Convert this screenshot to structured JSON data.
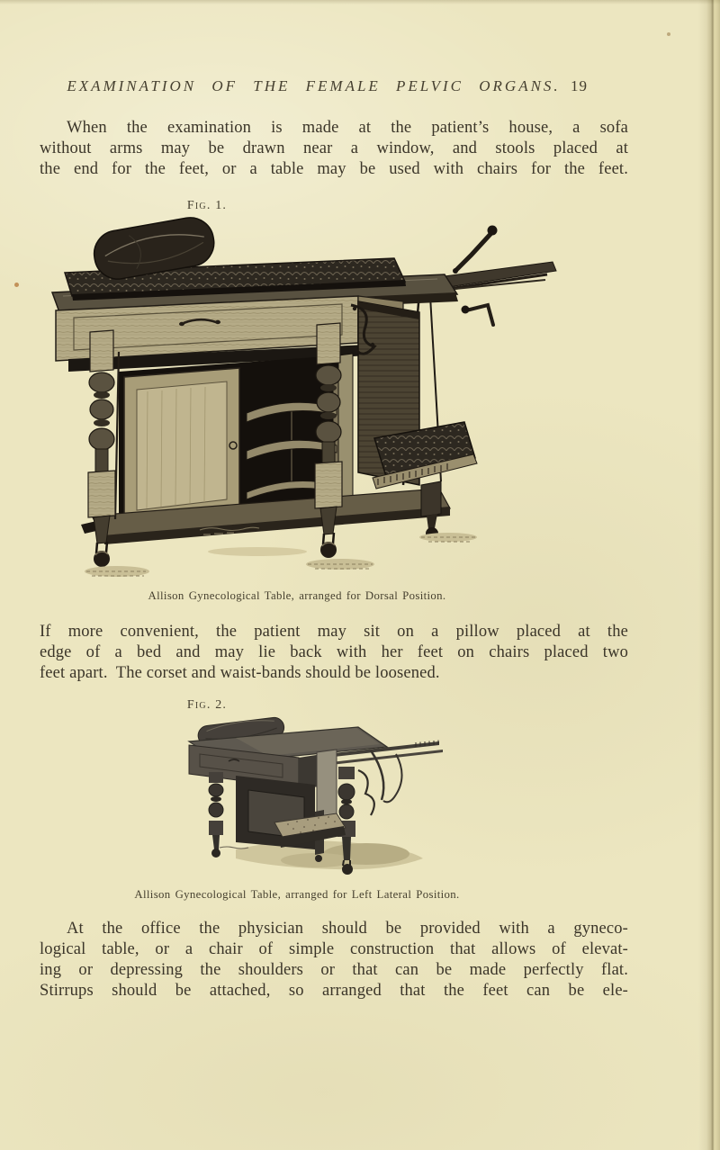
{
  "page": {
    "header": {
      "title": "EXAMINATION OF THE FEMALE PELVIC ORGANS.",
      "page_number": "19"
    },
    "paragraphs": [
      {
        "lines": [
          "When the examination is made at the patient’s house, a sofa",
          "without arms may be drawn near a window, and stools placed at",
          "the end for the feet, or a table may be used with chairs for the feet."
        ]
      },
      {
        "lines": [
          "If more convenient, the patient may sit on a pillow placed at the",
          "edge of a bed and may lie back with her feet on chairs placed two",
          "feet apart.  The corset and waist-bands should be loosened."
        ]
      },
      {
        "lines": [
          "At the office the physician should be provided with a gyneco-",
          "logical table, or a chair of simple construction that allows of elevat-",
          "ing or depressing the shoulders or that can be made perfectly flat.",
          "Stirrups should be attached, so arranged that the feet can be ele-"
        ]
      }
    ],
    "figures": [
      {
        "label": "Fig. 1.",
        "caption": "Allison Gynecological Table, arranged for Dorsal Position."
      },
      {
        "label": "Fig. 2.",
        "caption": "Allison Gynecological Table, arranged for Left Lateral Position."
      }
    ],
    "colors": {
      "paper": "#ece6c0",
      "ink": "#3b3529",
      "engraving_dark": "#221c15",
      "page_edge_line": "#55481e"
    }
  }
}
